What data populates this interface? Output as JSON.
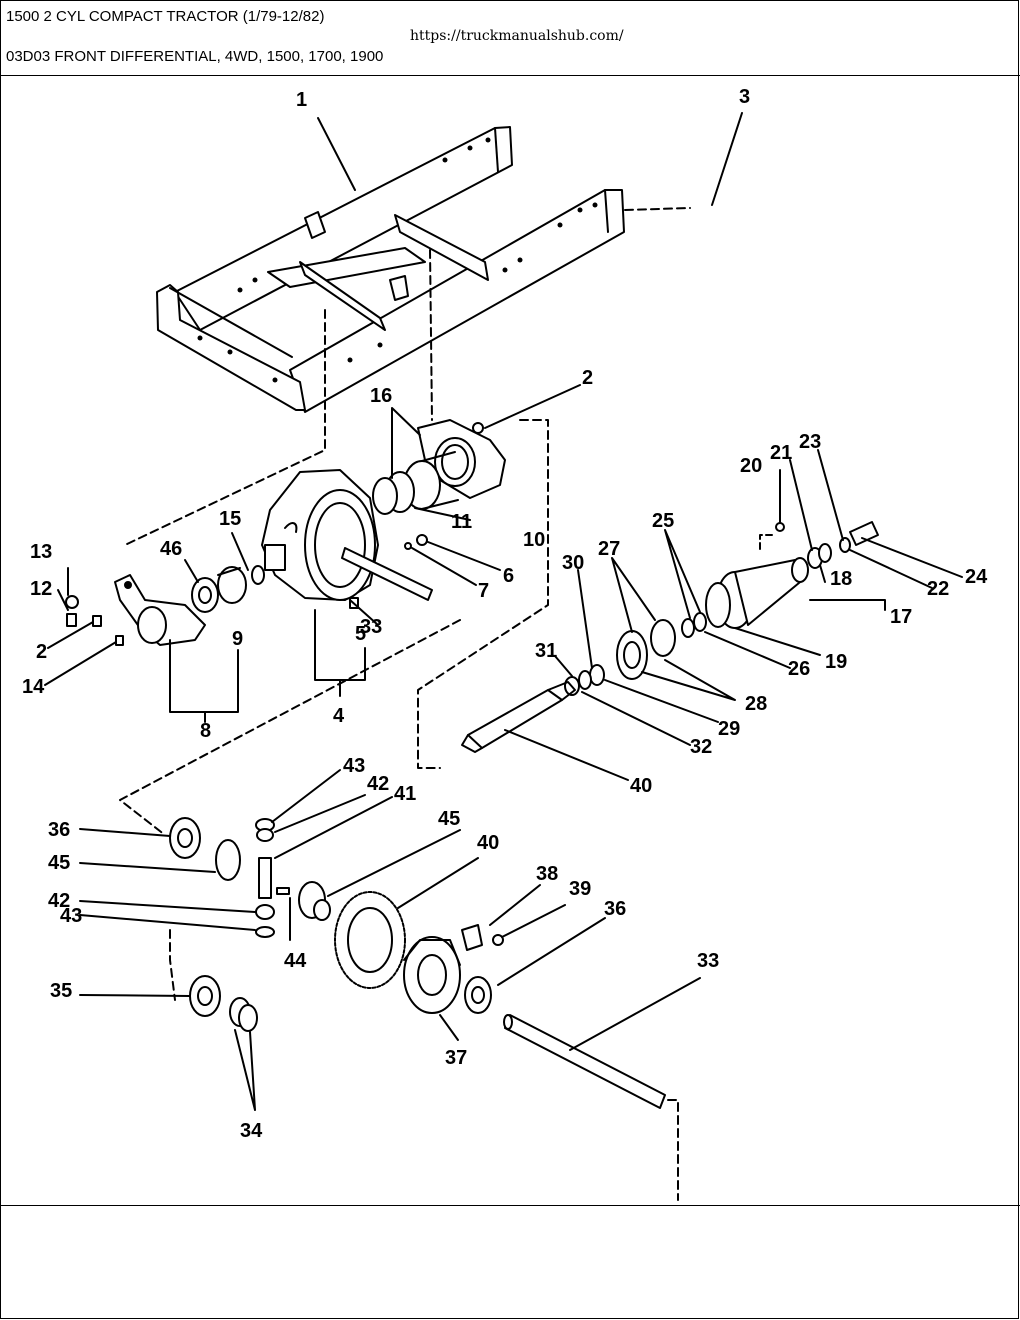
{
  "header": {
    "model": "1500 2 CYL COMPACT TRACTOR (1/79-12/82)",
    "url": "https://truckmanualshub.com/",
    "section": "03D03 FRONT DIFFERENTIAL, 4WD, 1500, 1700, 1900"
  },
  "diagram": {
    "callouts": [
      "1",
      "2",
      "3",
      "4",
      "5",
      "6",
      "7",
      "8",
      "9",
      "10",
      "11",
      "12",
      "13",
      "14",
      "15",
      "16",
      "17",
      "18",
      "19",
      "20",
      "21",
      "22",
      "23",
      "24",
      "25",
      "26",
      "27",
      "28",
      "29",
      "30",
      "31",
      "32",
      "33",
      "34",
      "35",
      "36",
      "37",
      "38",
      "39",
      "40",
      "41",
      "42",
      "43",
      "44",
      "45",
      "46"
    ]
  }
}
